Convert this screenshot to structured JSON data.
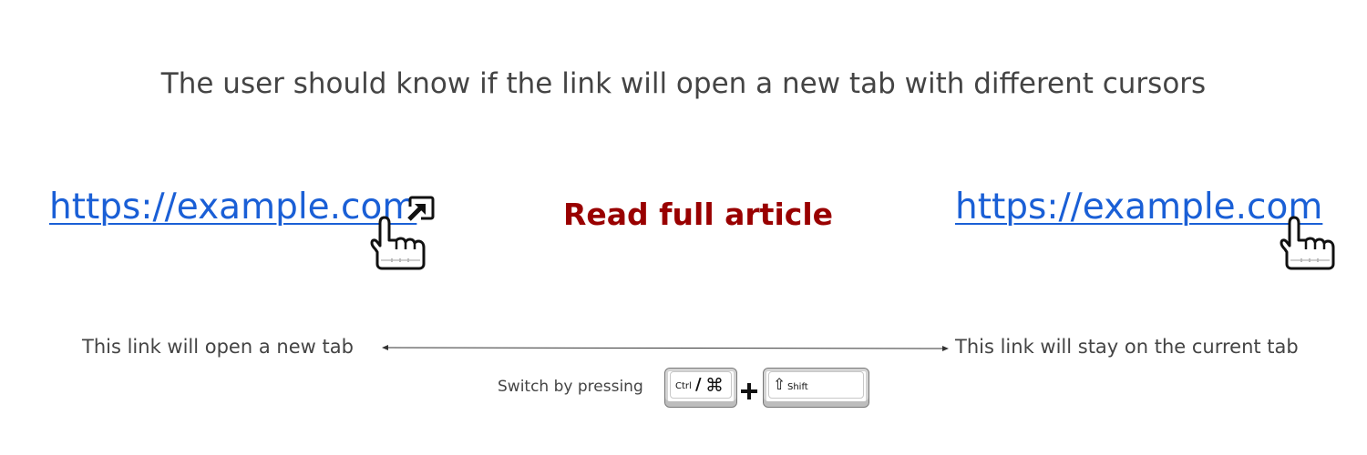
{
  "headline": "The user should know if the link will open a new tab with different cursors",
  "links": {
    "new_tab_url": "https://example.com",
    "same_tab_url": "https://example.com"
  },
  "read_more_label": "Read full article",
  "captions": {
    "new_tab": "This link will open a new tab",
    "same_tab": "This link will stay on the current tab"
  },
  "switch": {
    "label": "Switch by pressing",
    "ctrl_key": "Ctrl",
    "separator": "/",
    "cmd_symbol": "⌘",
    "shift_arrow": "⇧",
    "shift_key": "Shift"
  },
  "icons": {
    "new_tab_cursor": "hand-pointer-with-arrow-icon",
    "same_tab_cursor": "hand-pointer-icon",
    "plus": "plus-icon",
    "double_arrow": "double-headed-arrow"
  },
  "colors": {
    "link": "#1a5fd6",
    "read_more": "#990000",
    "text": "#444444"
  }
}
